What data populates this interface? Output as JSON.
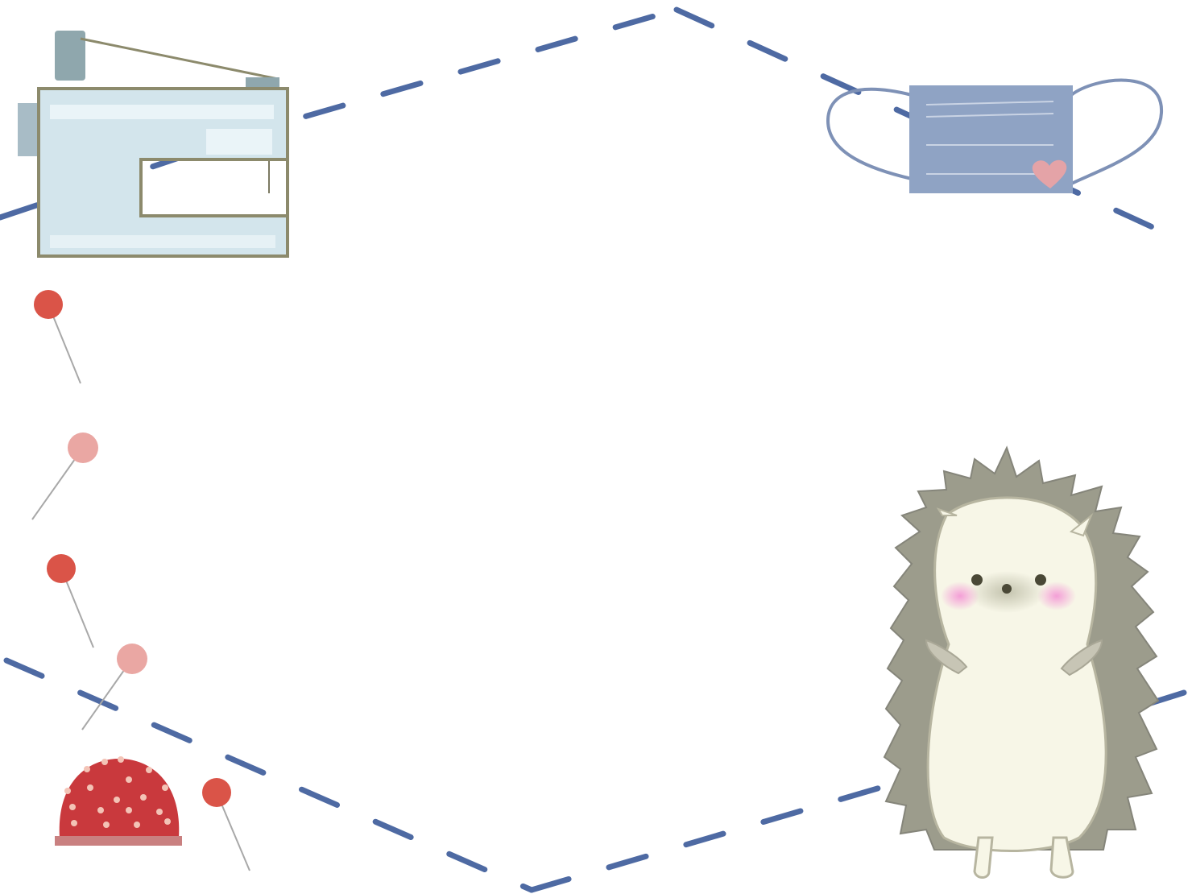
{
  "canvas": {
    "background": "#ffffff"
  },
  "colors": {
    "stitch": "#4e6aa3",
    "machine_body": "#d3e5ec",
    "machine_outline": "#8c8a6c",
    "machine_spool": "#8fa7ad",
    "thread": "#8c8a6c",
    "mask": "#8fa3c4",
    "mask_strap": "#7e91b6",
    "mask_heart": "#e4a3a7",
    "pin_red": "#da5448",
    "pin_pink": "#eaa7a3",
    "pin_needle": "#a8a8a8",
    "pincushion": "#c9393d",
    "pincushion_base": "#c98080",
    "hedgehog_spines": "#9c9c8c",
    "hedgehog_body": "#f7f6e7",
    "hedgehog_cheek": "#f49ad6",
    "hedgehog_eye": "#4a4836"
  },
  "illustrations": [
    {
      "id": "stitch-border",
      "icon": "dashed-stitch-frame"
    },
    {
      "id": "sewing-machine",
      "icon": "sewing-machine-icon"
    },
    {
      "id": "face-mask",
      "icon": "face-mask-icon"
    },
    {
      "id": "pins",
      "icon": "pin-icon",
      "count": 5
    },
    {
      "id": "pincushion",
      "icon": "pincushion-icon"
    },
    {
      "id": "hedgehog",
      "icon": "hedgehog-icon"
    }
  ]
}
